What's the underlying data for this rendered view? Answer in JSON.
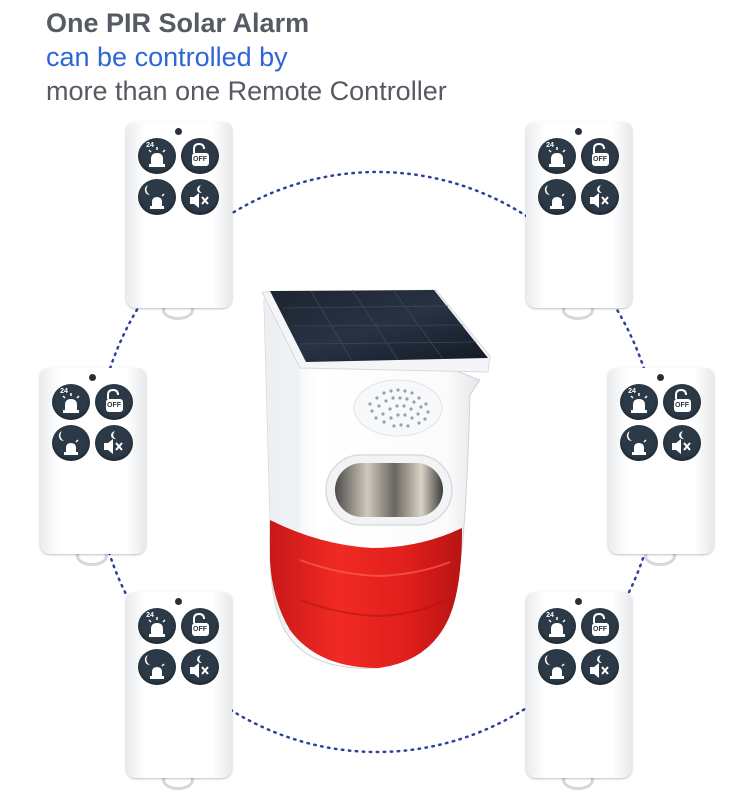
{
  "heading": {
    "line1": "One PIR Solar Alarm",
    "line2": "can be controlled by",
    "line3": "more than one Remote Controller"
  },
  "colors": {
    "heading_gray": "#555a63",
    "heading_blue": "#2f66d6",
    "dotted_circle": "#2f3f9c",
    "remote_button": "#2c3a47",
    "siren_red": "#e8211f"
  },
  "remote_buttons": {
    "arm_24h_label": "24",
    "off_label": "OFF"
  },
  "remotes": [
    {
      "id": "top-left"
    },
    {
      "id": "top-right"
    },
    {
      "id": "middle-left"
    },
    {
      "id": "middle-right"
    },
    {
      "id": "bottom-left"
    },
    {
      "id": "bottom-right"
    }
  ]
}
